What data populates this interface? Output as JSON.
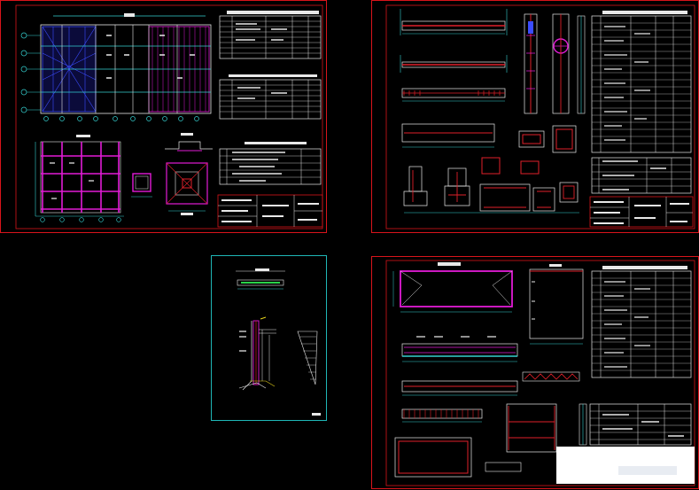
{
  "canvas": {
    "background": "#000000"
  },
  "colors": {
    "frame": "#d9141b",
    "frame_cyan": "#1fb7b7",
    "line_white": "#e8e8e8",
    "line_cyan": "#35d0d0",
    "line_magenta": "#e21bd6",
    "line_red": "#e0202a",
    "line_blue": "#3b4cff",
    "line_green": "#2ad24a",
    "line_yellow": "#e6d21a"
  },
  "sheets": [
    {
      "id": "sheet-top-left",
      "kind": "floor-plan-and-frame"
    },
    {
      "id": "sheet-top-right",
      "kind": "beam-and-column-details"
    },
    {
      "id": "sheet-bottom-middle",
      "kind": "retaining-wall-section"
    },
    {
      "id": "sheet-bottom-right",
      "kind": "slab-and-beam-reinforcement"
    }
  ]
}
